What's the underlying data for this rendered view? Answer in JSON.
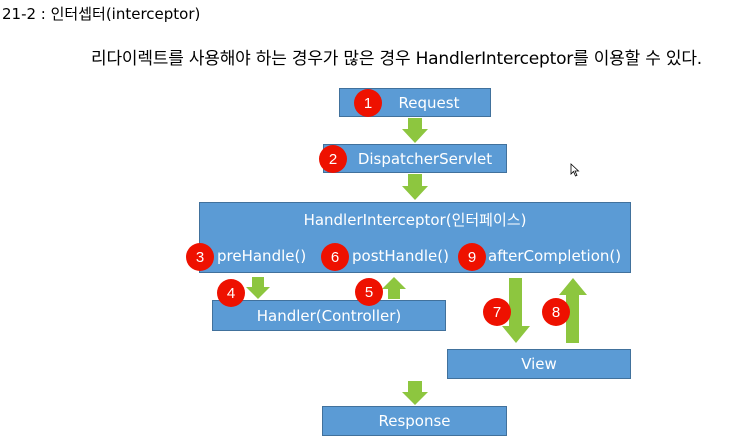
{
  "heading": "21-2 : 인터셉터(interceptor)",
  "subtitle": "리다이렉트를 사용해야 하는 경우가 많은 경우 HandlerInterceptor를 이용할 수 있다.",
  "colors": {
    "box_fill": "#5b9bd5",
    "box_border": "#41719c",
    "arrow": "#8dc63f",
    "badge": "#ee1100"
  },
  "diagram": {
    "request": "Request",
    "dispatcher": "DispatcherServlet",
    "interceptor": "HandlerInterceptor(인터페이스)",
    "pre_handle": "preHandle()",
    "post_handle": "postHandle()",
    "after_completion": "afterCompletion()",
    "handler": "Handler(Controller)",
    "view": "View",
    "response": "Response"
  },
  "badges": [
    "1",
    "2",
    "3",
    "4",
    "5",
    "6",
    "7",
    "8",
    "9"
  ],
  "icons": {
    "cursor": "mouse-cursor-icon"
  }
}
